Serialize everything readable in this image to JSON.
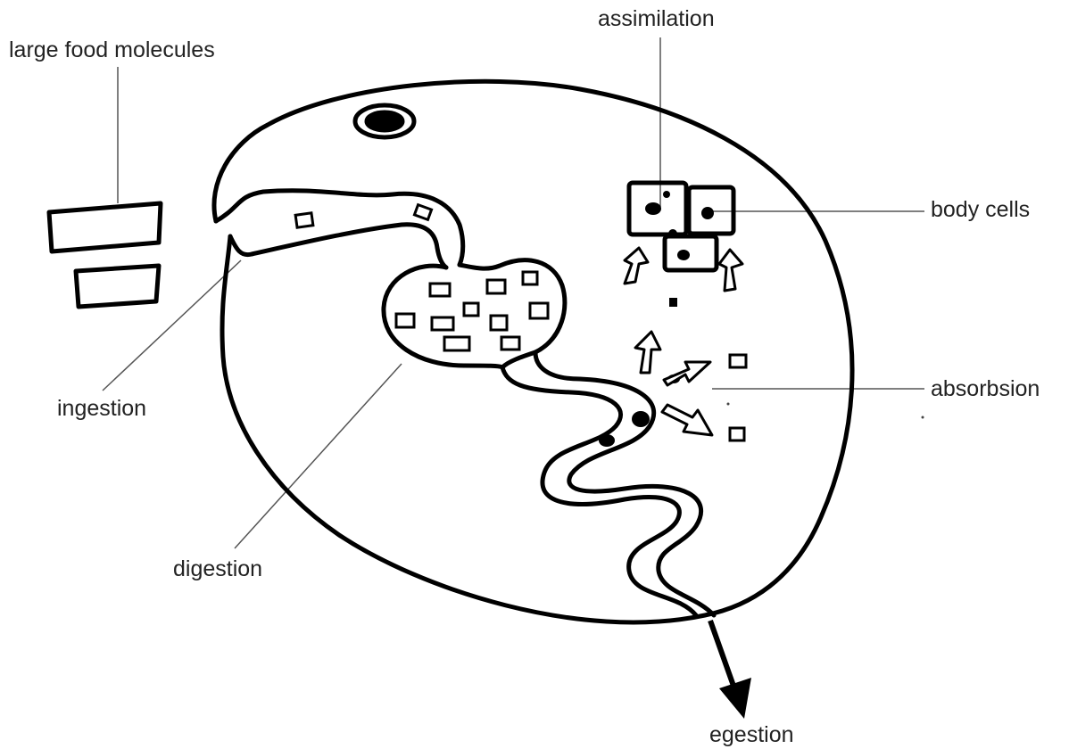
{
  "labels": {
    "large_food_molecules": "large food molecules",
    "assimilation": "assimilation",
    "body_cells": "body cells",
    "ingestion": "ingestion",
    "digestion": "digestion",
    "absorbsion": "absorbsion",
    "egestion": "egestion"
  },
  "colors": {
    "stroke": "#000000",
    "leader": "#555555",
    "text": "#222222",
    "background": "#ffffff"
  }
}
